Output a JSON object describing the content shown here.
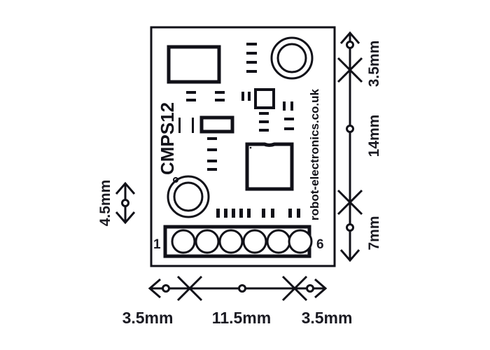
{
  "drawing": {
    "title": "CMPS12 board mechanical dimension drawing",
    "colors": {
      "background": "#ffffff",
      "outline": "#111118",
      "text": "#1a1a22",
      "dimension_line": "#111118"
    },
    "board": {
      "silkscreen_label": "CMPS12",
      "website_label": "robot-electronics.co.uk",
      "connector": {
        "pin_count": 6,
        "first_pin_label": "1",
        "last_pin_label": "6"
      }
    },
    "dimensions": {
      "left": {
        "label": "4.5mm",
        "orientation": "vertical",
        "arrow": "double"
      },
      "right_chain": [
        {
          "label": "3.5mm",
          "orientation": "vertical"
        },
        {
          "label": "14mm",
          "orientation": "vertical"
        },
        {
          "label": "7mm",
          "orientation": "vertical"
        }
      ],
      "bottom_chain": [
        {
          "label": "3.5mm",
          "orientation": "horizontal"
        },
        {
          "label": "11.5mm",
          "orientation": "horizontal"
        },
        {
          "label": "3.5mm",
          "orientation": "horizontal"
        }
      ]
    }
  }
}
